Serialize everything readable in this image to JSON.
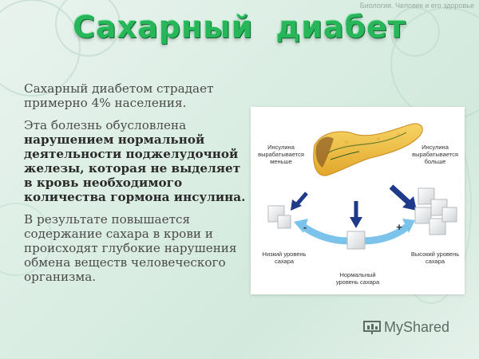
{
  "header_note": "Биология. Человек и его здоровье",
  "title": "Сахарный диабет",
  "paragraphs": {
    "p1": "Сахарный диабетом страдает примерно 4% населения.",
    "p2_normal": "Эта болезнь обусловлена ",
    "p2_bold": "нарушением нормальной деятельности поджелудочной железы, которая не выделяет в кровь необходимого количества гормона инсулина.",
    "p3": "В результате повышается содержание сахара в крови и происходят глубокие нарушения обмена веществ человеческого организма."
  },
  "figure": {
    "label_less": "Инсулина вырабатывается меньше",
    "label_more": "Инсулина вырабатывается больше",
    "label_low": "Низкий уровень сахара",
    "label_normal": "Нормальный уровень сахара",
    "label_high": "Высокий уровень сахара",
    "minus": "-",
    "plus": "+"
  },
  "watermark": "MyShared",
  "colors": {
    "title": "#27b65a",
    "arrow_dark": "#1f3a8a",
    "arrow_light": "#7cc3ec"
  }
}
